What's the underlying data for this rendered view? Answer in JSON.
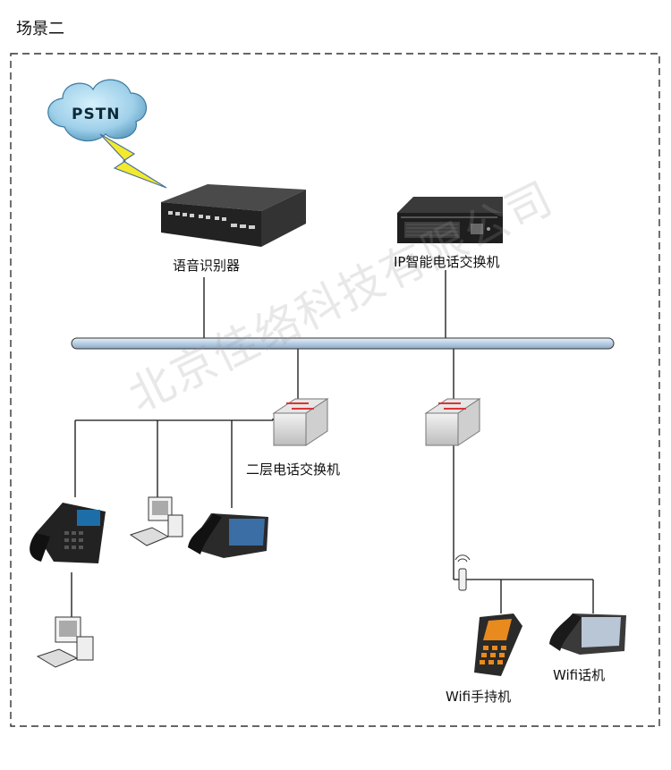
{
  "scene_title": "场景二",
  "labels": {
    "pstn": "PSTN",
    "voice_recognizer": "语音识别器",
    "ip_pbx": "IP智能电话交换机",
    "l2_switch": "二层电话交换机",
    "wifi_handset": "Wifi手持机",
    "wifi_phone": "Wifi话机"
  },
  "watermark": "北京佳络科技有限公司",
  "colors": {
    "bus": "#b7cde3",
    "cloud": "#9fd0ea",
    "lightning": "#f3ea2e",
    "device_dark": "#2a2a2a"
  }
}
